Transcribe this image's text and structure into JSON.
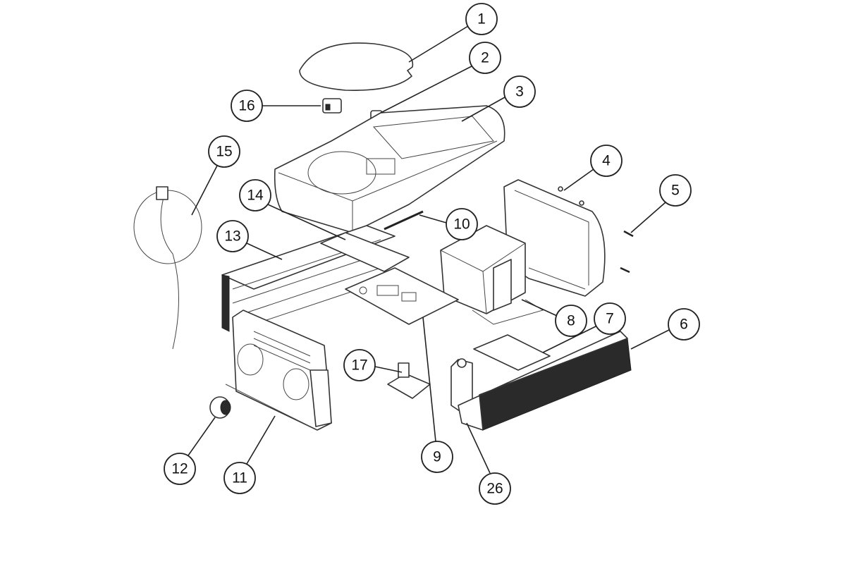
{
  "diagram": {
    "callouts": [
      {
        "id": "1",
        "label": "1"
      },
      {
        "id": "2",
        "label": "2"
      },
      {
        "id": "3",
        "label": "3"
      },
      {
        "id": "4",
        "label": "4"
      },
      {
        "id": "5",
        "label": "5"
      },
      {
        "id": "6",
        "label": "6"
      },
      {
        "id": "7",
        "label": "7"
      },
      {
        "id": "8",
        "label": "8"
      },
      {
        "id": "9",
        "label": "9"
      },
      {
        "id": "10",
        "label": "10"
      },
      {
        "id": "11",
        "label": "11"
      },
      {
        "id": "12",
        "label": "12"
      },
      {
        "id": "13",
        "label": "13"
      },
      {
        "id": "14",
        "label": "14"
      },
      {
        "id": "15",
        "label": "15"
      },
      {
        "id": "16",
        "label": "16"
      },
      {
        "id": "17",
        "label": "17"
      },
      {
        "id": "26",
        "label": "26"
      }
    ]
  }
}
